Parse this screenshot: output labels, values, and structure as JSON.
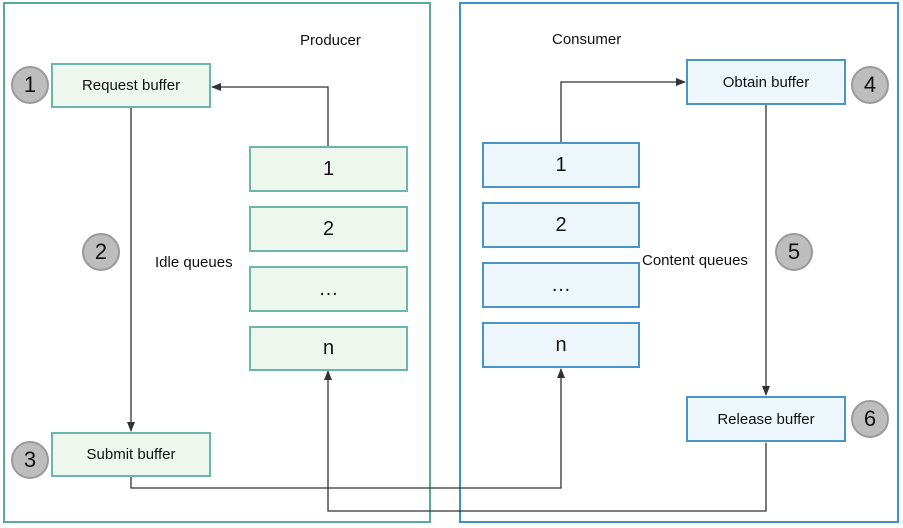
{
  "producer": {
    "title": "Producer",
    "idle_label": "Idle queues",
    "request_label": "Request buffer",
    "submit_label": "Submit buffer",
    "queue": [
      "1",
      "2",
      "…",
      "n"
    ]
  },
  "consumer": {
    "title": "Consumer",
    "content_label": "Content queues",
    "obtain_label": "Obtain buffer",
    "release_label": "Release buffer",
    "queue": [
      "1",
      "2",
      "…",
      "n"
    ]
  },
  "steps": [
    "1",
    "2",
    "3",
    "4",
    "5",
    "6"
  ],
  "colors": {
    "producer_border": "#5aa9a0",
    "producer_fill": "#eef7ee",
    "consumer_border": "#3f8fcf",
    "consumer_fill": "#eef7fc",
    "badge_fill": "#bdbdbd",
    "arrow": "#333333"
  }
}
